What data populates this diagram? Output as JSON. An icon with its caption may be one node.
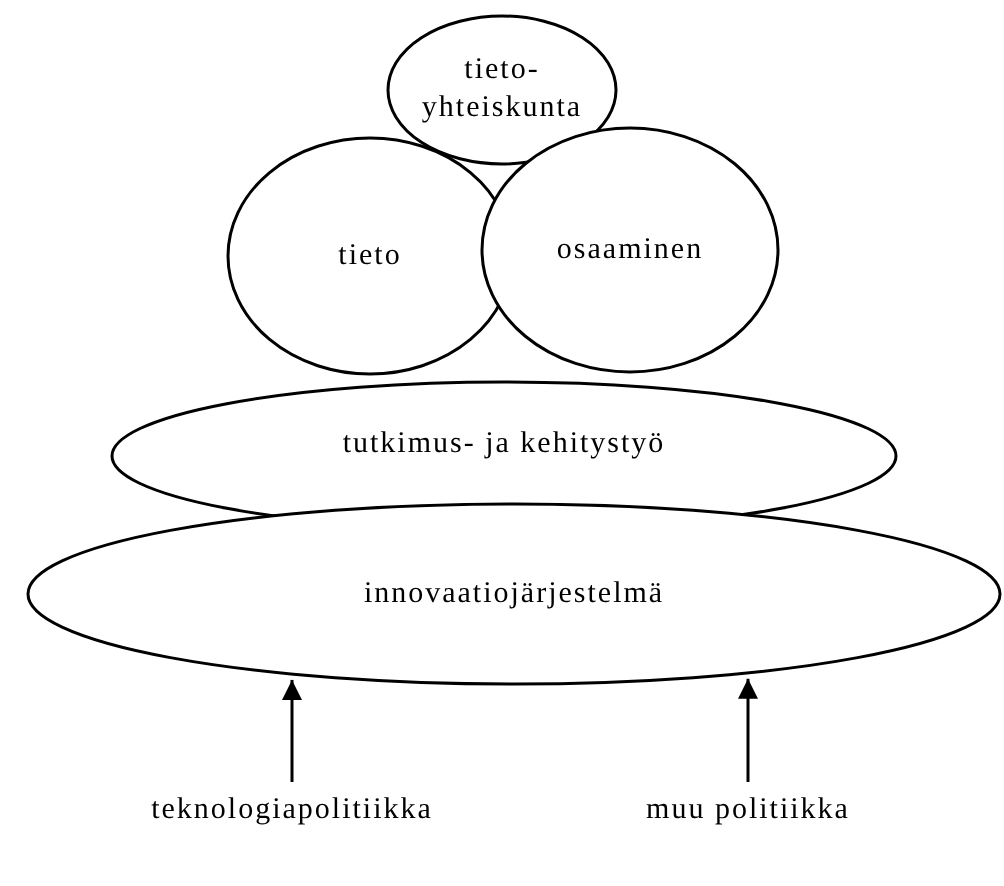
{
  "diagram": {
    "nodes": [
      {
        "text": [
          "tieto- yhteiskunta"
        ]
      },
      {
        "text": [
          "tieto"
        ]
      },
      {
        "text": [
          "osaaminen"
        ]
      },
      {
        "text": [
          "tutkimus- ja kehitystyö"
        ]
      },
      {
        "text": [
          "innovaatiojärjestelmä"
        ]
      },
      {
        "text": [
          "teknologiapolitiikka"
        ]
      },
      {
        "text": [
          "muu politiikka"
        ]
      }
    ],
    "edges": [
      {
        "from": 5,
        "to": 4,
        "arrow": "to"
      },
      {
        "from": 6,
        "to": 4,
        "arrow": "to"
      }
    ]
  }
}
